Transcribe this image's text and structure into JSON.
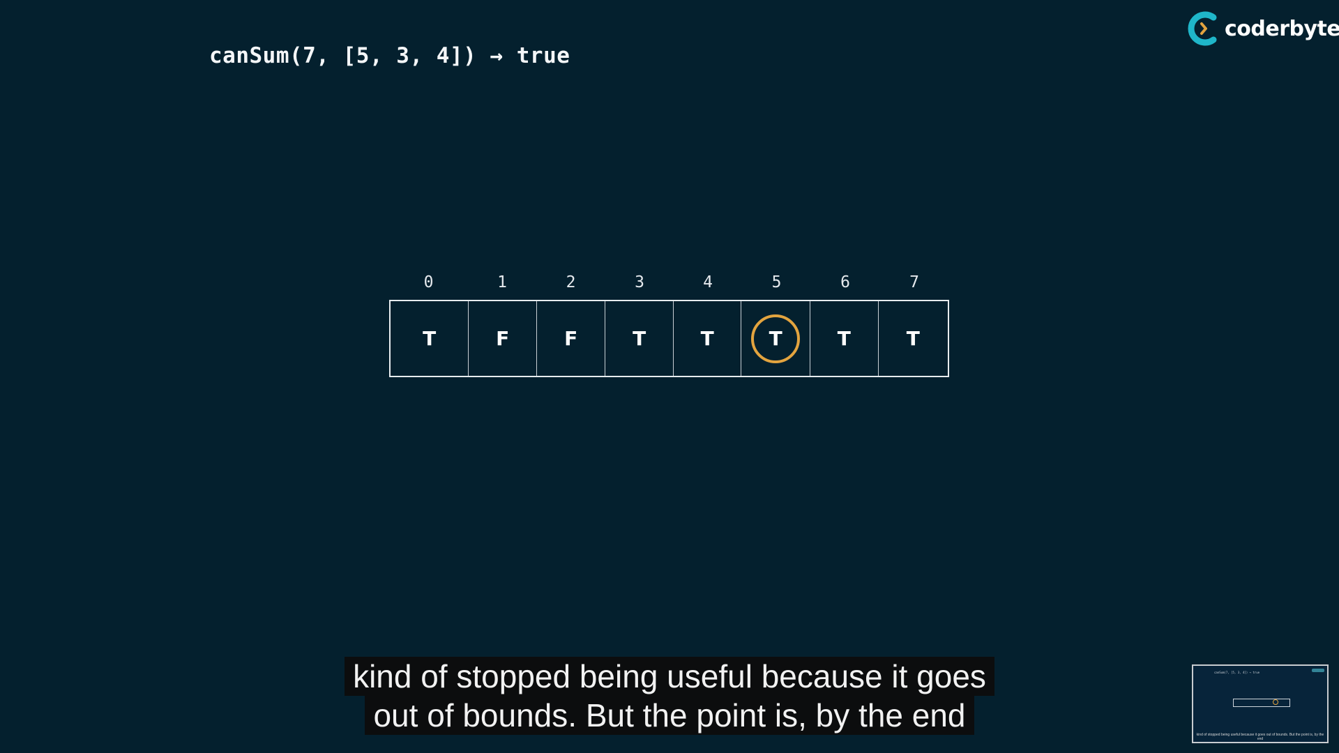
{
  "heading": {
    "text": "canSum(7, [5, 3, 4]) → true"
  },
  "logo": {
    "text": "coderbyte",
    "accent_color": "#1fb6c9",
    "chevron_color": "#e3a43f"
  },
  "table": {
    "indices": [
      "0",
      "1",
      "2",
      "3",
      "4",
      "5",
      "6",
      "7"
    ],
    "values": [
      "T",
      "F",
      "F",
      "T",
      "T",
      "T",
      "T",
      "T"
    ],
    "highlighted_index": 5,
    "highlight_color": "#e3a43f"
  },
  "subtitles": {
    "line1": "kind of stopped being useful because it goes",
    "line2": "out of bounds. But the point is, by the end"
  },
  "thumbnail": {
    "heading": "canSum(7, [5, 3, 4]) → true",
    "subtitle": "kind of stopped being useful because it goes out of bounds. But the point is, by the end"
  }
}
